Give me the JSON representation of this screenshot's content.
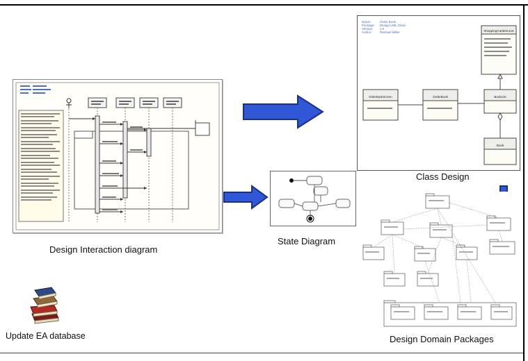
{
  "captions": {
    "interaction": "Design Interaction diagram",
    "state": "State Diagram",
    "class": "Class Design",
    "packages": "Design Domain Packages",
    "update": "Update EA database"
  },
  "class_design": {
    "info": [
      "Name:",
      "Package:",
      "Version:",
      "Author:"
    ],
    "info_values": [
      "Order Book",
      "Design UML Class",
      "1.0",
      "Rachael Miller"
    ],
    "classes": [
      "ShoppingCartItemList",
      "OrderBook",
      "OrderBookScreen",
      "BookList",
      "Book"
    ]
  },
  "colors": {
    "arrow_fill": "#2f57d6",
    "arrow_stroke": "#1a2f8a",
    "diagram_line": "#555555"
  }
}
